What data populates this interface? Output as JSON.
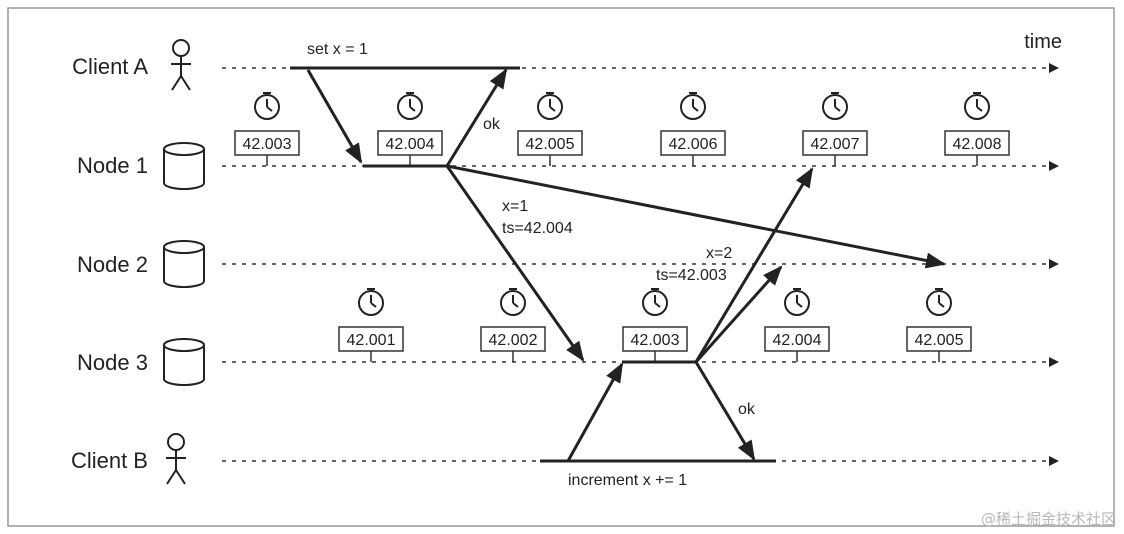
{
  "title_axis": "time",
  "lanes": [
    {
      "label": "Client A",
      "kind": "person"
    },
    {
      "label": "Node 1",
      "kind": "database"
    },
    {
      "label": "Node 2",
      "kind": "database"
    },
    {
      "label": "Node 3",
      "kind": "database"
    },
    {
      "label": "Client B",
      "kind": "person"
    }
  ],
  "node1_clocks": [
    "42.003",
    "42.004",
    "42.005",
    "42.006",
    "42.007",
    "42.008"
  ],
  "node3_clocks": [
    "42.001",
    "42.002",
    "42.003",
    "42.004",
    "42.005"
  ],
  "messages": {
    "client_a_request": "set x = 1",
    "client_a_ack": "ok",
    "replicate_x1_line1": "x=1",
    "replicate_x1_line2": "ts=42.004",
    "replicate_x2_line1": "x=2",
    "replicate_x2_line2": "ts=42.003",
    "client_b_ack": "ok",
    "client_b_request": "increment x += 1"
  },
  "watermark": "@稀土掘金技术社区"
}
